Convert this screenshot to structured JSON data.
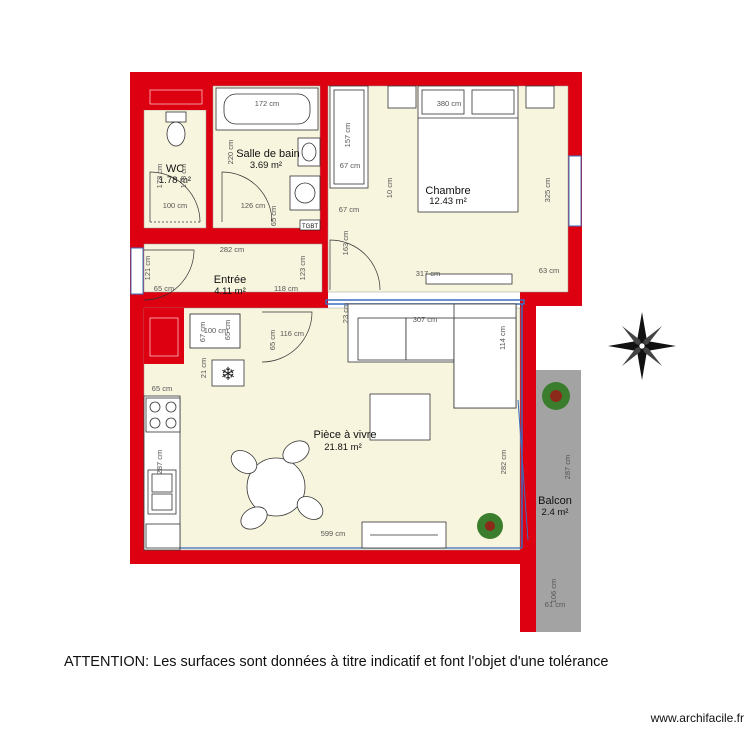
{
  "plan": {
    "rooms": {
      "wc": {
        "name": "WC",
        "area": "1.78 m²"
      },
      "bath": {
        "name": "Salle de bain",
        "area": "3.69 m²"
      },
      "bedroom": {
        "name": "Chambre",
        "area": "12.43 m²"
      },
      "entry": {
        "name": "Entrée",
        "area": "4.11 m²"
      },
      "living": {
        "name": "Pièce à vivre",
        "area": "21.81 m²"
      },
      "balcony": {
        "name": "Balcon",
        "area": "2.4 m²"
      }
    },
    "dimensions": {
      "bathtub": "172 cm",
      "bed_width": "380 cm",
      "wardrobe": "157 cm",
      "sink_h": "67 cm",
      "bed_side": "10 cm",
      "bedroom_h": "325 cm",
      "wc_w1": "178 cm",
      "wc_w2": "178 cm",
      "bath_v": "220 cm",
      "wc_door": "100 cm",
      "bath_door": "126 cm",
      "bath_small": "65 cm",
      "corridor_w": "67 cm",
      "corridor_h": "163 cm",
      "entry_w": "282 cm",
      "entry_h1": "121 cm",
      "entry_h2": "123 cm",
      "entry_door": "65 cm",
      "entry_closet": "118 cm",
      "bedroom_bottom": "317 cm",
      "bedroom_right": "63 cm",
      "storage_w": "100 cm",
      "storage_h1": "67 cm",
      "storage_h2": "65 cm",
      "living_door_h": "65 cm",
      "living_door_w": "116 cm",
      "living_small": "21 cm",
      "sofa_top": "23 cm",
      "sofa_w": "307 cm",
      "sofa_h": "114 cm",
      "kitchen_top": "65 cm",
      "kitchen_h": "287 cm",
      "living_right": "282 cm",
      "living_w": "599 cm",
      "balcony_h1": "287 cm",
      "balcony_h2": "106 cm",
      "balcony_w": "61 cm",
      "tgbt": "TGBT"
    }
  },
  "footer": {
    "notice": "ATTENTION: Les surfaces sont données à titre indicatif et font l'objet d'une tolérance",
    "website": "www.archifacile.fr"
  },
  "colors": {
    "wall": "#dd0011",
    "floor": "#f8f5de",
    "balcony": "#a3a3a3",
    "window": "#3a6ec0"
  }
}
